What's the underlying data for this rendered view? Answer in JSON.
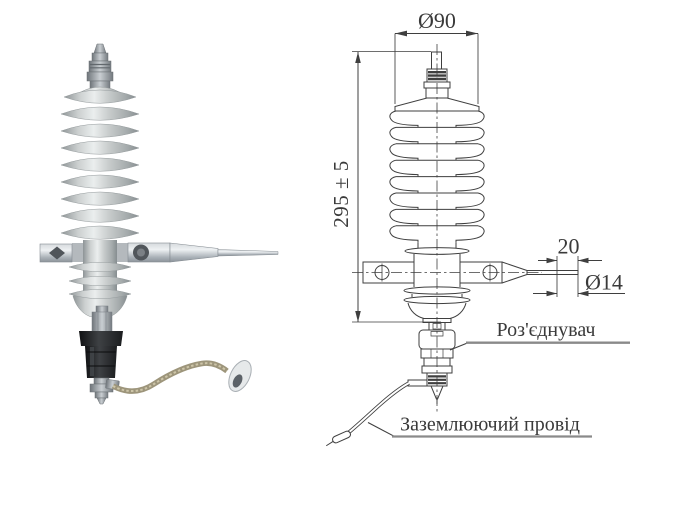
{
  "page": {
    "background": "#ffffff"
  },
  "photo": {
    "description": "Polymer surge arrester with mounting bracket, disconnector and grounding wire",
    "colors": {
      "insulator_light": "#ebeeee",
      "insulator_mid": "#c7cbcb",
      "insulator_dark": "#8e9496",
      "metal_light": "#eef1f3",
      "metal_dark": "#8d949b",
      "disconnector_dark": "#1b1d1f",
      "wire_braid": "#9d957b",
      "wire_highlight": "#cdc5a8"
    }
  },
  "drawing": {
    "colors": {
      "line": "#3f3f3f",
      "text": "#3a3a3a",
      "leader": "#8a8a8a"
    },
    "dimensions": {
      "top_diameter": "Ø90",
      "overall_height": "295 ± 5",
      "terminal_width": "20",
      "hole_diameter": "Ø14"
    },
    "callouts": {
      "disconnector": "Роз'єднувач",
      "ground_wire": "Заземлюючий провід"
    }
  }
}
